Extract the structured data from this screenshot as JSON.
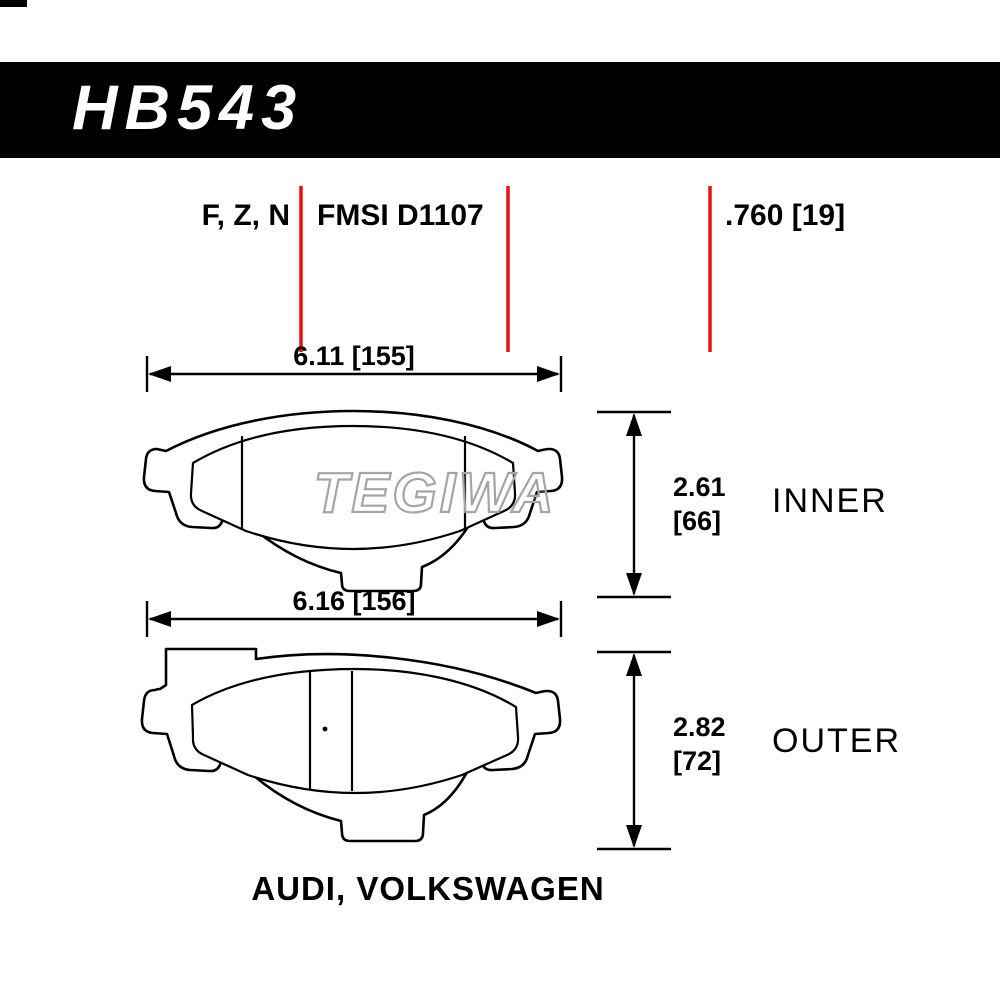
{
  "header": {
    "part_number": "HB543"
  },
  "spec_row": {
    "compounds": "F, Z, N",
    "fmsi": "FMSI D1107",
    "pad_thickness": ".760 [19]"
  },
  "dimensions": {
    "inner": {
      "width": "6.11 [155]",
      "height_in": "2.61",
      "height_mm": "[66]",
      "label": "INNER"
    },
    "outer": {
      "width": "6.16 [156]",
      "height_in": "2.82",
      "height_mm": "[72]",
      "label": "OUTER"
    }
  },
  "footer": {
    "applications": "AUDI, VOLKSWAGEN"
  },
  "watermark": "TEGIWA",
  "colors": {
    "band_black": "#000000",
    "line_black": "#000000",
    "dimension_red": "#ee0f0f",
    "watermark_gray": "#a5a5a5",
    "background": "#ffffff"
  }
}
